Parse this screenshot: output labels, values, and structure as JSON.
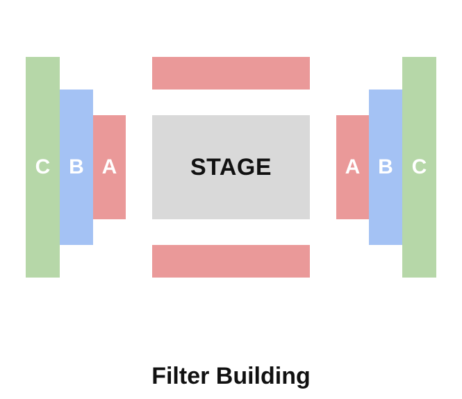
{
  "title": "Filter Building",
  "stage": {
    "label": "STAGE",
    "color": "#d9d9d9"
  },
  "colors": {
    "section_a": "#ea9999",
    "section_b": "#a4c2f4",
    "section_c": "#b6d7a8",
    "text_on_section": "#ffffff"
  },
  "left_sections": [
    {
      "label": "C",
      "section": "c"
    },
    {
      "label": "B",
      "section": "b"
    },
    {
      "label": "A",
      "section": "a"
    }
  ],
  "right_sections": [
    {
      "label": "A",
      "section": "a"
    },
    {
      "label": "B",
      "section": "b"
    },
    {
      "label": "C",
      "section": "c"
    }
  ],
  "top_section": {
    "label": "",
    "section": "a"
  },
  "bottom_section": {
    "label": "",
    "section": "a"
  }
}
